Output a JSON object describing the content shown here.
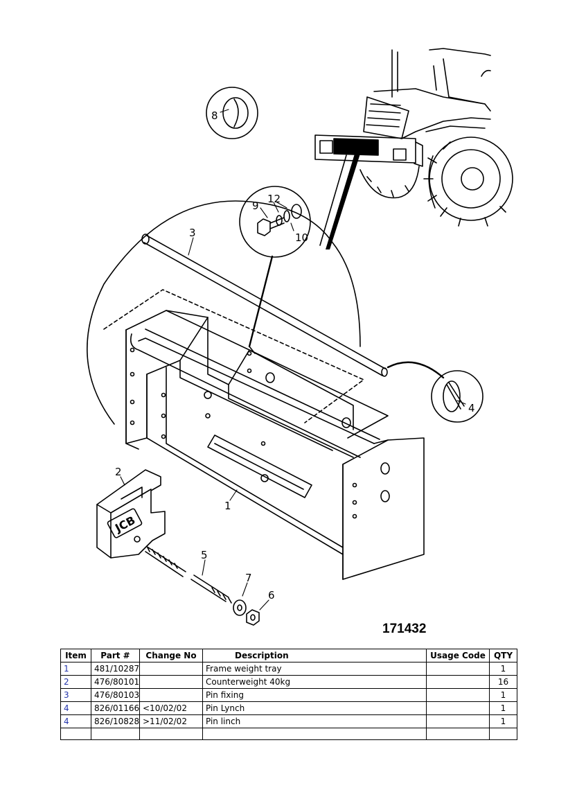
{
  "figure": {
    "number": "171432",
    "callouts": [
      "1",
      "2",
      "3",
      "4",
      "5",
      "6",
      "7",
      "8",
      "9",
      "10",
      "12"
    ],
    "logo_text": "JCB"
  },
  "table": {
    "headers": {
      "item": "Item",
      "part": "Part #",
      "change": "Change No",
      "description": "Description",
      "usage": "Usage Code",
      "qty": "QTY"
    },
    "rows": [
      {
        "item": "1",
        "part": "481/10287",
        "change": "",
        "description": "Frame weight tray",
        "usage": "",
        "qty": "1"
      },
      {
        "item": "2",
        "part": "476/80101",
        "change": "",
        "description": "Counterweight 40kg",
        "usage": "",
        "qty": "16"
      },
      {
        "item": "3",
        "part": "476/80103",
        "change": "",
        "description": "Pin fixing",
        "usage": "",
        "qty": "1"
      },
      {
        "item": "4",
        "part": "826/01166",
        "change": "<10/02/02",
        "description": "Pin Lynch",
        "usage": "",
        "qty": "1"
      },
      {
        "item": "4",
        "part": "826/10828",
        "change": ">11/02/02",
        "description": "Pin linch",
        "usage": "",
        "qty": "1"
      }
    ]
  }
}
